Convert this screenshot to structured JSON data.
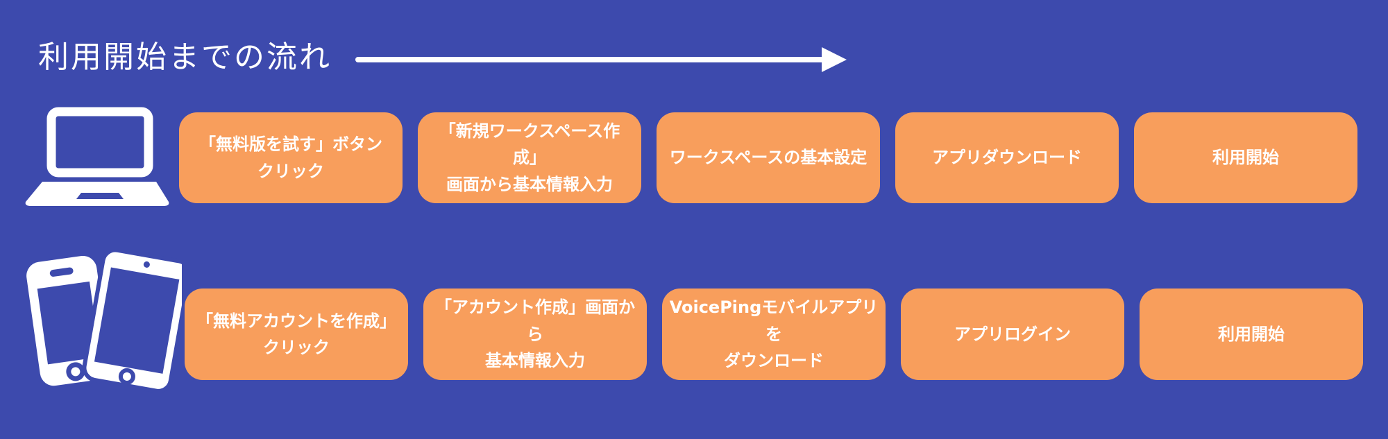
{
  "theme": {
    "background_color": "#3D4AAD",
    "box_color": "#F89E5C",
    "text_color": "#FFFFFF"
  },
  "header": {
    "title": "利用開始までの流れ",
    "arrow_icon": "right-arrow"
  },
  "rows": [
    {
      "device": "desktop",
      "icon": "laptop-icon",
      "steps": [
        {
          "label": "「無料版を試す」ボタン\nクリック"
        },
        {
          "label": "「新規ワークスペース作成」\n画面から基本情報入力"
        },
        {
          "label": "ワークスペースの基本設定"
        },
        {
          "label": "アプリダウンロード"
        },
        {
          "label": "利用開始"
        }
      ]
    },
    {
      "device": "mobile",
      "icon": "phone-tablet-icon",
      "steps": [
        {
          "label": "「無料アカウントを作成」\nクリック"
        },
        {
          "label": "「アカウント作成」画面から\n基本情報入力"
        },
        {
          "label": "VoicePingモバイルアプリを\nダウンロード"
        },
        {
          "label": "アプリログイン"
        },
        {
          "label": "利用開始"
        }
      ]
    }
  ]
}
